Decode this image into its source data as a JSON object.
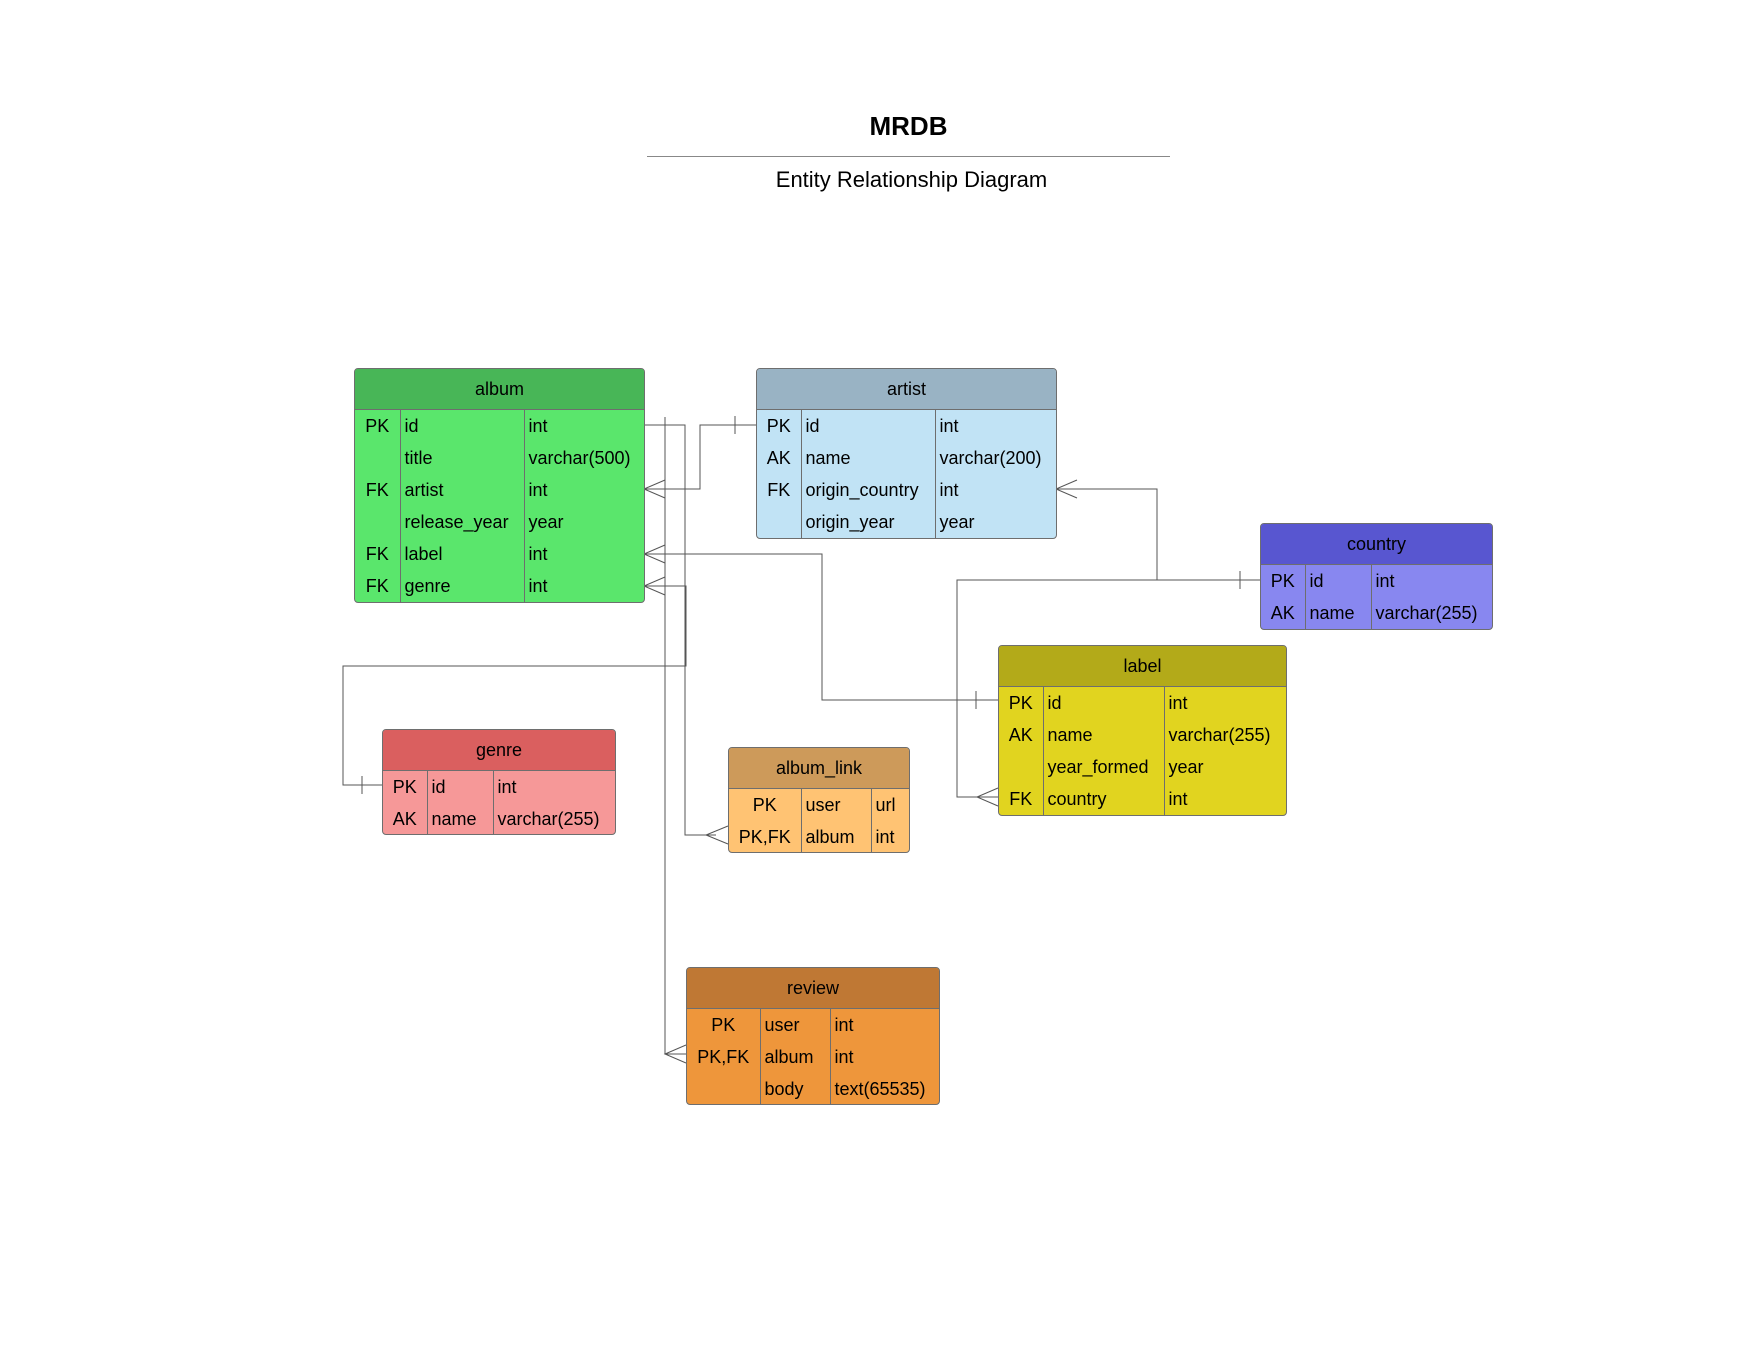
{
  "title": "MRDB",
  "subtitle": "Entity Relationship Diagram",
  "entities": {
    "album": {
      "name": "album",
      "header_color": "#48b657",
      "body_color": "#5ae66c",
      "rows": [
        {
          "key": "PK",
          "field": "id",
          "type": "int"
        },
        {
          "key": "",
          "field": "title",
          "type": "varchar(500)"
        },
        {
          "key": "FK",
          "field": "artist",
          "type": "int"
        },
        {
          "key": "",
          "field": "release_year",
          "type": "year"
        },
        {
          "key": "FK",
          "field": "label",
          "type": "int"
        },
        {
          "key": "FK",
          "field": "genre",
          "type": "int"
        }
      ]
    },
    "artist": {
      "name": "artist",
      "header_color": "#99b3c4",
      "body_color": "#c1e3f5",
      "rows": [
        {
          "key": "PK",
          "field": "id",
          "type": "int"
        },
        {
          "key": "AK",
          "field": "name",
          "type": "varchar(200)"
        },
        {
          "key": "FK",
          "field": "origin_country",
          "type": "int"
        },
        {
          "key": "",
          "field": "origin_year",
          "type": "year"
        }
      ]
    },
    "country": {
      "name": "country",
      "header_color": "#5856d0",
      "body_color": "#8887f0",
      "rows": [
        {
          "key": "PK",
          "field": "id",
          "type": "int"
        },
        {
          "key": "AK",
          "field": "name",
          "type": "varchar(255)"
        }
      ]
    },
    "label": {
      "name": "label",
      "header_color": "#b3aa19",
      "body_color": "#e1d41f",
      "rows": [
        {
          "key": "PK",
          "field": "id",
          "type": "int"
        },
        {
          "key": "AK",
          "field": "name",
          "type": "varchar(255)"
        },
        {
          "key": "",
          "field": "year_formed",
          "type": "year"
        },
        {
          "key": "FK",
          "field": "country",
          "type": "int"
        }
      ]
    },
    "genre": {
      "name": "genre",
      "header_color": "#da5f5f",
      "body_color": "#f69898",
      "rows": [
        {
          "key": "PK",
          "field": "id",
          "type": "int"
        },
        {
          "key": "AK",
          "field": "name",
          "type": "varchar(255)"
        }
      ]
    },
    "album_link": {
      "name": "album_link",
      "header_color": "#cd9a5a",
      "body_color": "#ffc373",
      "rows": [
        {
          "key": "PK",
          "field": "user",
          "type": "url"
        },
        {
          "key": "PK,FK",
          "field": "album",
          "type": "int"
        }
      ]
    },
    "review": {
      "name": "review",
      "header_color": "#bf7834",
      "body_color": "#ee963b",
      "rows": [
        {
          "key": "PK",
          "field": "user",
          "type": "int"
        },
        {
          "key": "PK,FK",
          "field": "album",
          "type": "int"
        },
        {
          "key": "",
          "field": "body",
          "type": "text(65535)"
        }
      ]
    }
  },
  "line_color": "#555555"
}
